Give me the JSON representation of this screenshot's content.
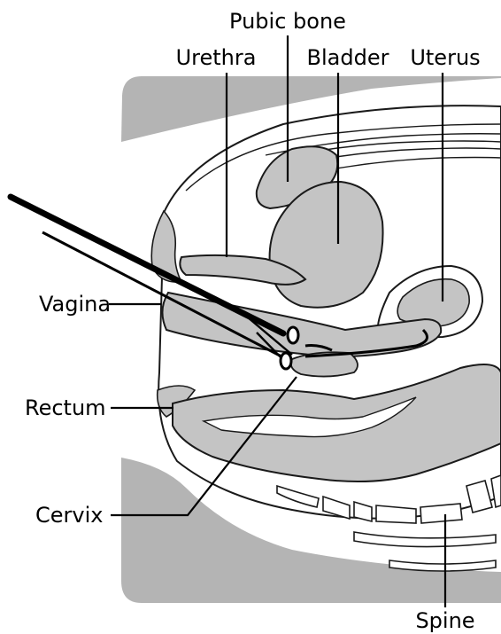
{
  "labels": {
    "pubic_bone": "Pubic bone",
    "urethra": "Urethra",
    "bladder": "Bladder",
    "uterus": "Uterus",
    "vagina": "Vagina",
    "rectum": "Rectum",
    "cervix": "Cervix",
    "spine": "Spine"
  },
  "colors": {
    "background_tissue": "#b4b4b4",
    "organ_fill": "#c4c4c4",
    "outline": "#1a1a1a",
    "instrument": "#000000"
  }
}
